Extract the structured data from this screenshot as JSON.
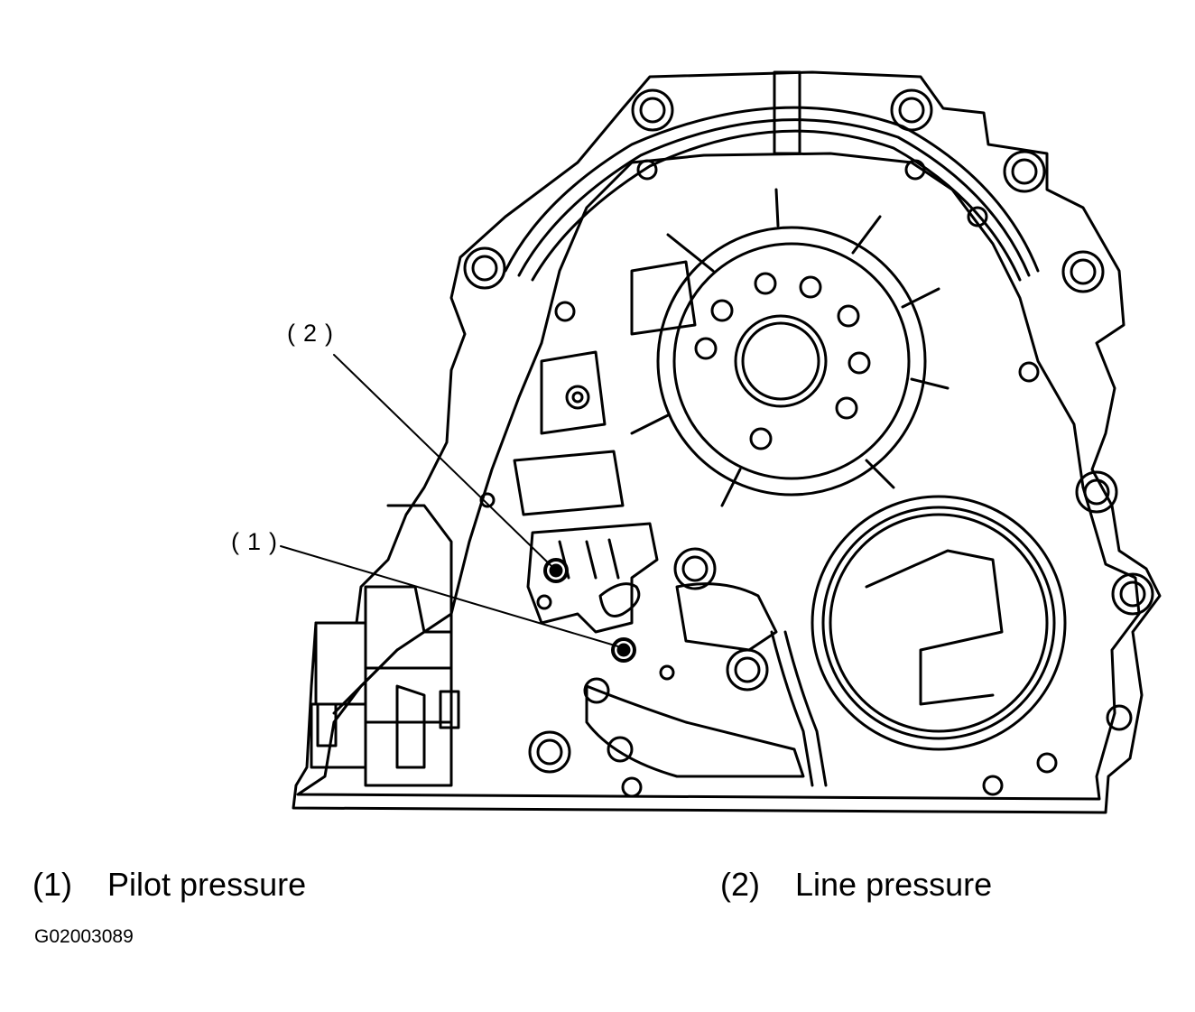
{
  "diagram": {
    "callouts": [
      {
        "number": "(2)",
        "description": "Line pressure"
      },
      {
        "number": "(1)",
        "description": "Pilot pressure"
      }
    ],
    "legend": [
      {
        "number": "(1)",
        "label": "Pilot pressure"
      },
      {
        "number": "(2)",
        "label": "Line pressure"
      }
    ],
    "figure_code": "G02003089"
  }
}
